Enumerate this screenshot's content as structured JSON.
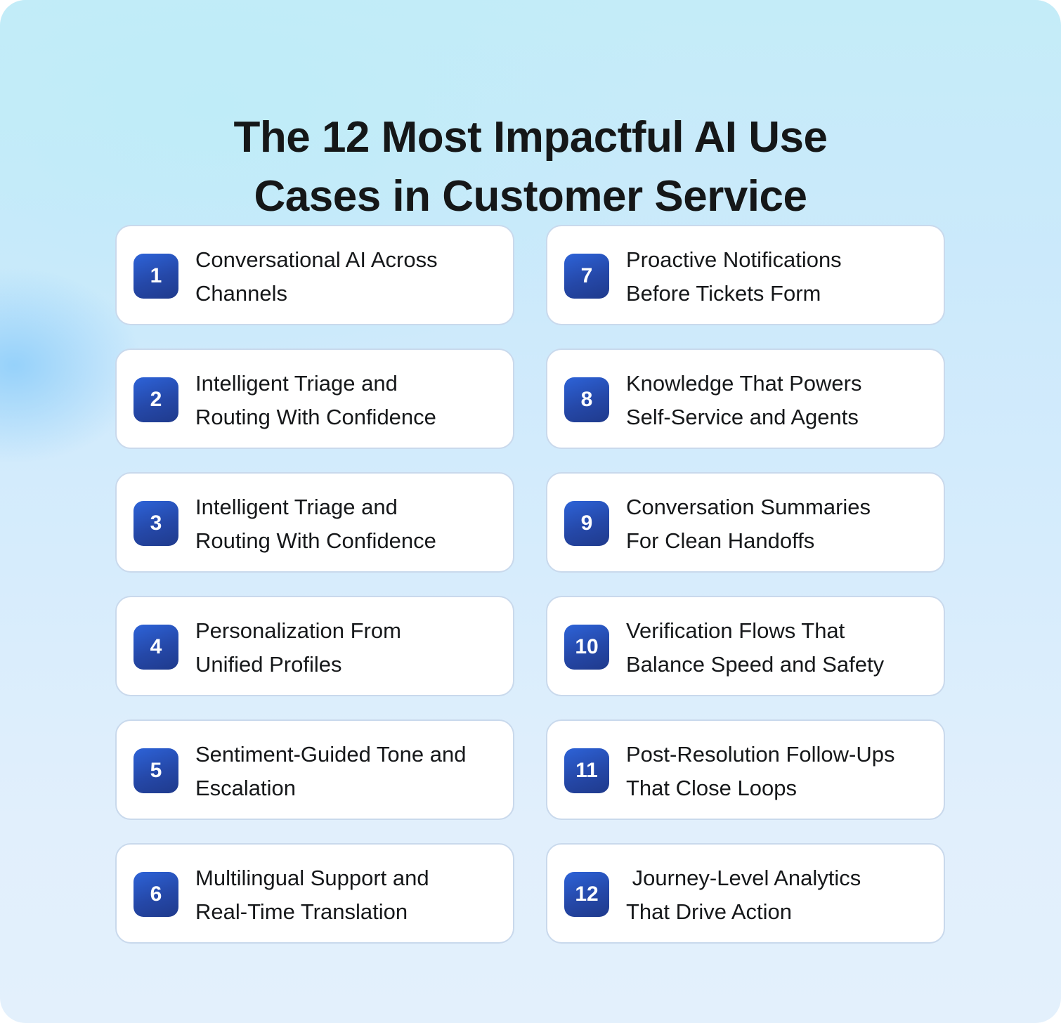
{
  "page": {
    "title_lines": [
      "The 12 Most Impactful AI Use",
      "Cases in Customer Service"
    ],
    "colors": {
      "badge_gradient_top": "#2d63d8",
      "badge_gradient_bottom": "#1f3a8c",
      "card_border": "#c9d9ec",
      "text": "#16181a",
      "background_top": "#c4ecf8",
      "background_bottom": "#e3f0fc"
    }
  },
  "items": [
    {
      "number": "1",
      "lines": [
        "Conversational AI Across",
        "Channels"
      ]
    },
    {
      "number": "2",
      "lines": [
        "Intelligent Triage and",
        "Routing With Confidence"
      ]
    },
    {
      "number": "3",
      "lines": [
        "Intelligent Triage and",
        "Routing With Confidence"
      ]
    },
    {
      "number": "4",
      "lines": [
        "Personalization From",
        "Unified Profiles"
      ]
    },
    {
      "number": "5",
      "lines": [
        "Sentiment-Guided Tone and",
        "Escalation"
      ]
    },
    {
      "number": "6",
      "lines": [
        "Multilingual Support and",
        "Real-Time Translation"
      ]
    },
    {
      "number": "7",
      "lines": [
        "Proactive Notifications",
        "Before Tickets Form"
      ]
    },
    {
      "number": "8",
      "lines": [
        "Knowledge That Powers",
        "Self-Service and Agents"
      ]
    },
    {
      "number": "9",
      "lines": [
        "Conversation Summaries",
        "For Clean Handoffs"
      ]
    },
    {
      "number": "10",
      "lines": [
        "Verification Flows That",
        "Balance Speed and Safety"
      ]
    },
    {
      "number": "11",
      "lines": [
        "Post-Resolution Follow-Ups",
        "That Close Loops"
      ]
    },
    {
      "number": "12",
      "lines": [
        " Journey-Level Analytics",
        "That Drive Action"
      ]
    }
  ]
}
